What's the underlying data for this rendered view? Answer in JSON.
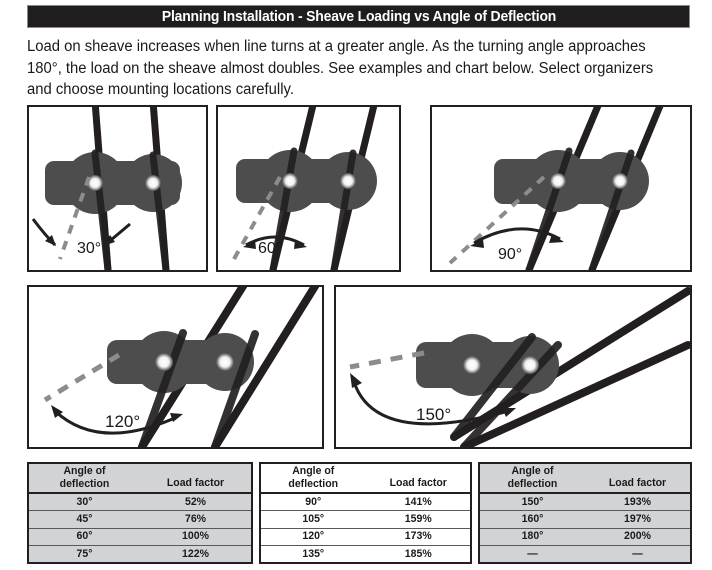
{
  "header": {
    "title": "Planning Installation - Sheave Loading vs Angle of Deflection",
    "bar_color": "#1f1d1d",
    "text_color": "#ffffff"
  },
  "intro": {
    "text": "Load on sheave increases when line turns at a greater angle. As the turning angle approaches 180°, the load on the sheave almost doubles. See examples and chart below. Select organizers and choose mounting locations carefully."
  },
  "diagrams": {
    "panels": [
      {
        "label": "30°",
        "angle": 30,
        "arrow_style": "split"
      },
      {
        "label": "60°",
        "angle": 60,
        "arrow_style": "arc"
      },
      {
        "label": "90°",
        "angle": 90,
        "arrow_style": "arc"
      },
      {
        "label": "120°",
        "angle": 120,
        "arrow_style": "arc"
      },
      {
        "label": "150°",
        "angle": 150,
        "arrow_style": "arc"
      }
    ],
    "sheave_body_color": "#4d4d4d",
    "line_color": "#231f20",
    "dashed_ref_color": "#8c8c8c"
  },
  "chart_data": {
    "type": "table",
    "title": "Sheave Loading vs Angle of Deflection",
    "columns": [
      "Angle of deflection",
      "Load factor"
    ],
    "groups": [
      {
        "shaded": true,
        "headers": [
          "Angle of\ndeflection",
          "Load factor"
        ],
        "rows": [
          [
            "30°",
            "52%"
          ],
          [
            "45°",
            "76%"
          ],
          [
            "60°",
            "100%"
          ],
          [
            "75°",
            "122%"
          ]
        ]
      },
      {
        "shaded": false,
        "headers": [
          "Angle of\ndeflection",
          "Load factor"
        ],
        "rows": [
          [
            "90°",
            "141%"
          ],
          [
            "105°",
            "159%"
          ],
          [
            "120°",
            "173%"
          ],
          [
            "135°",
            "185%"
          ]
        ]
      },
      {
        "shaded": true,
        "headers": [
          "Angle of\ndeflection",
          "Load factor"
        ],
        "rows": [
          [
            "150°",
            "193%"
          ],
          [
            "160°",
            "197%"
          ],
          [
            "180°",
            "200%"
          ],
          [
            "—",
            "—"
          ]
        ]
      }
    ],
    "angles_deg": [
      30,
      45,
      60,
      75,
      90,
      105,
      120,
      135,
      150,
      160,
      180
    ],
    "load_factor_pct": [
      52,
      76,
      100,
      122,
      141,
      159,
      173,
      185,
      193,
      197,
      200
    ],
    "xlabel": "Angle of deflection",
    "ylabel": "Load factor"
  },
  "table_headers": {
    "angle_line1": "Angle of",
    "angle_line2": "deflection",
    "load_factor": "Load factor"
  }
}
